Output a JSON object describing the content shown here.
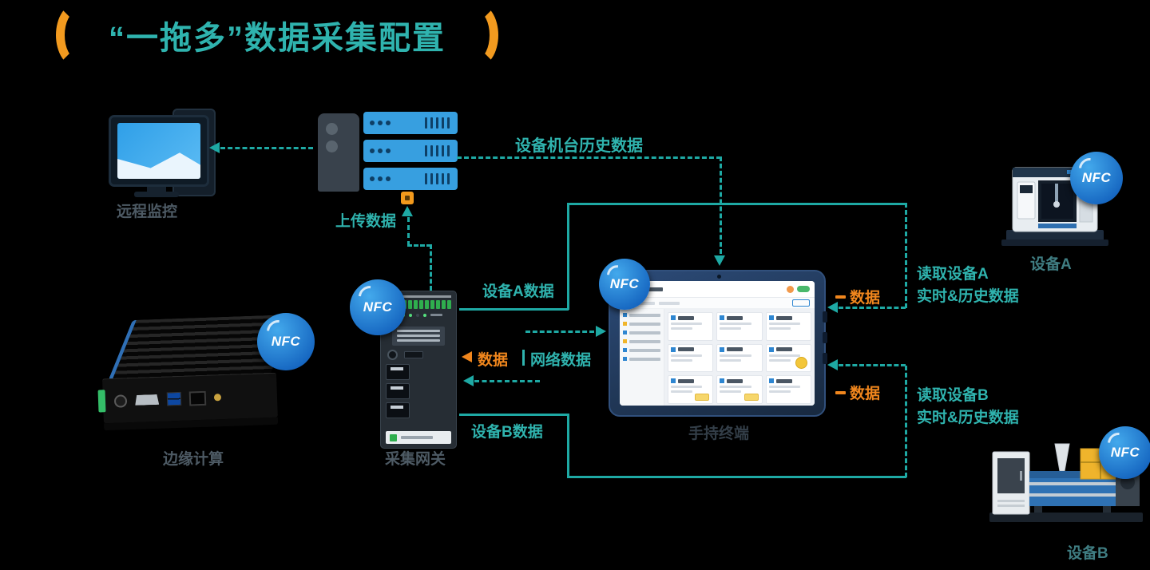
{
  "title": {
    "text": "“一拖多”数据采集配置"
  },
  "labels": {
    "monitor": "远程监控",
    "upload_data": "上传数据",
    "device_history": "设备机台历史数据",
    "device_a_data": "设备A数据",
    "device_b_data": "设备B数据",
    "data": "数据",
    "network_data": "网络数据",
    "read_device_a_line1": "读取设备A",
    "read_device_a_line2": "实时&历史数据",
    "read_device_b_line1": "读取设备B",
    "read_device_b_line2": "实时&历史数据",
    "edge_computer": "边缘计算",
    "gateway": "采集网关",
    "tablet": "手持终端",
    "device_a": "设备A",
    "device_b": "设备B",
    "nfc": "NFC"
  },
  "colors": {
    "teal": "#2fb3ae",
    "orange": "#f0861d",
    "line_teal": "#1ea9a4",
    "nfc_blue": "#1565c0",
    "server_blue": "#379fe0",
    "bracket_orange": "#f29a1f"
  },
  "tablet_screen": {
    "cards": [
      "plain",
      "plain",
      "plain",
      "plain",
      "plain",
      "badge",
      "tag",
      "tag",
      "plain"
    ]
  }
}
